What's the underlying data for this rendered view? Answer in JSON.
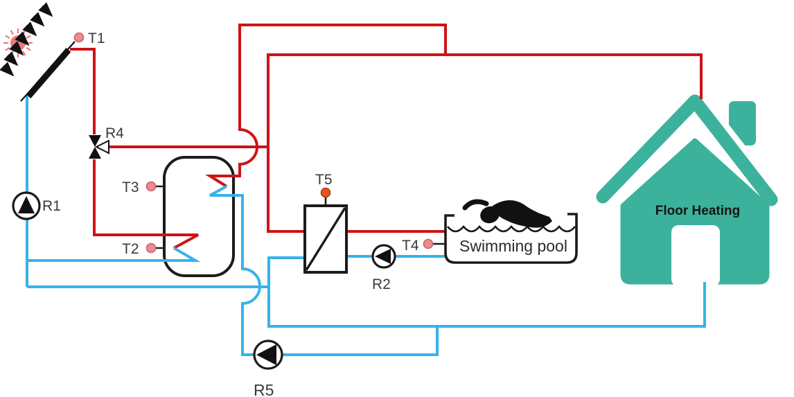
{
  "diagram": {
    "type": "solar-thermal-heating-schematic",
    "sensors": {
      "t1": "T1",
      "t2": "T2",
      "t3": "T3",
      "t4": "T4",
      "t5": "T5"
    },
    "pumps": {
      "r1": "R1",
      "r2": "R2",
      "r5": "R5"
    },
    "valve": {
      "r4": "R4"
    },
    "pool": {
      "label": "Swimming pool"
    },
    "house": {
      "label": "Floor Heating"
    },
    "colors": {
      "hot_pipe": "#cd1316",
      "cold_pipe": "#36b3e8",
      "sensor_dot": "#ee8a8e",
      "t5_dot": "#e05a1b",
      "house_teal": "#3cb29c",
      "component_outline": "#1b1b1b",
      "label_text": "#3a3a3a",
      "sun": "#ec7a7e"
    }
  }
}
